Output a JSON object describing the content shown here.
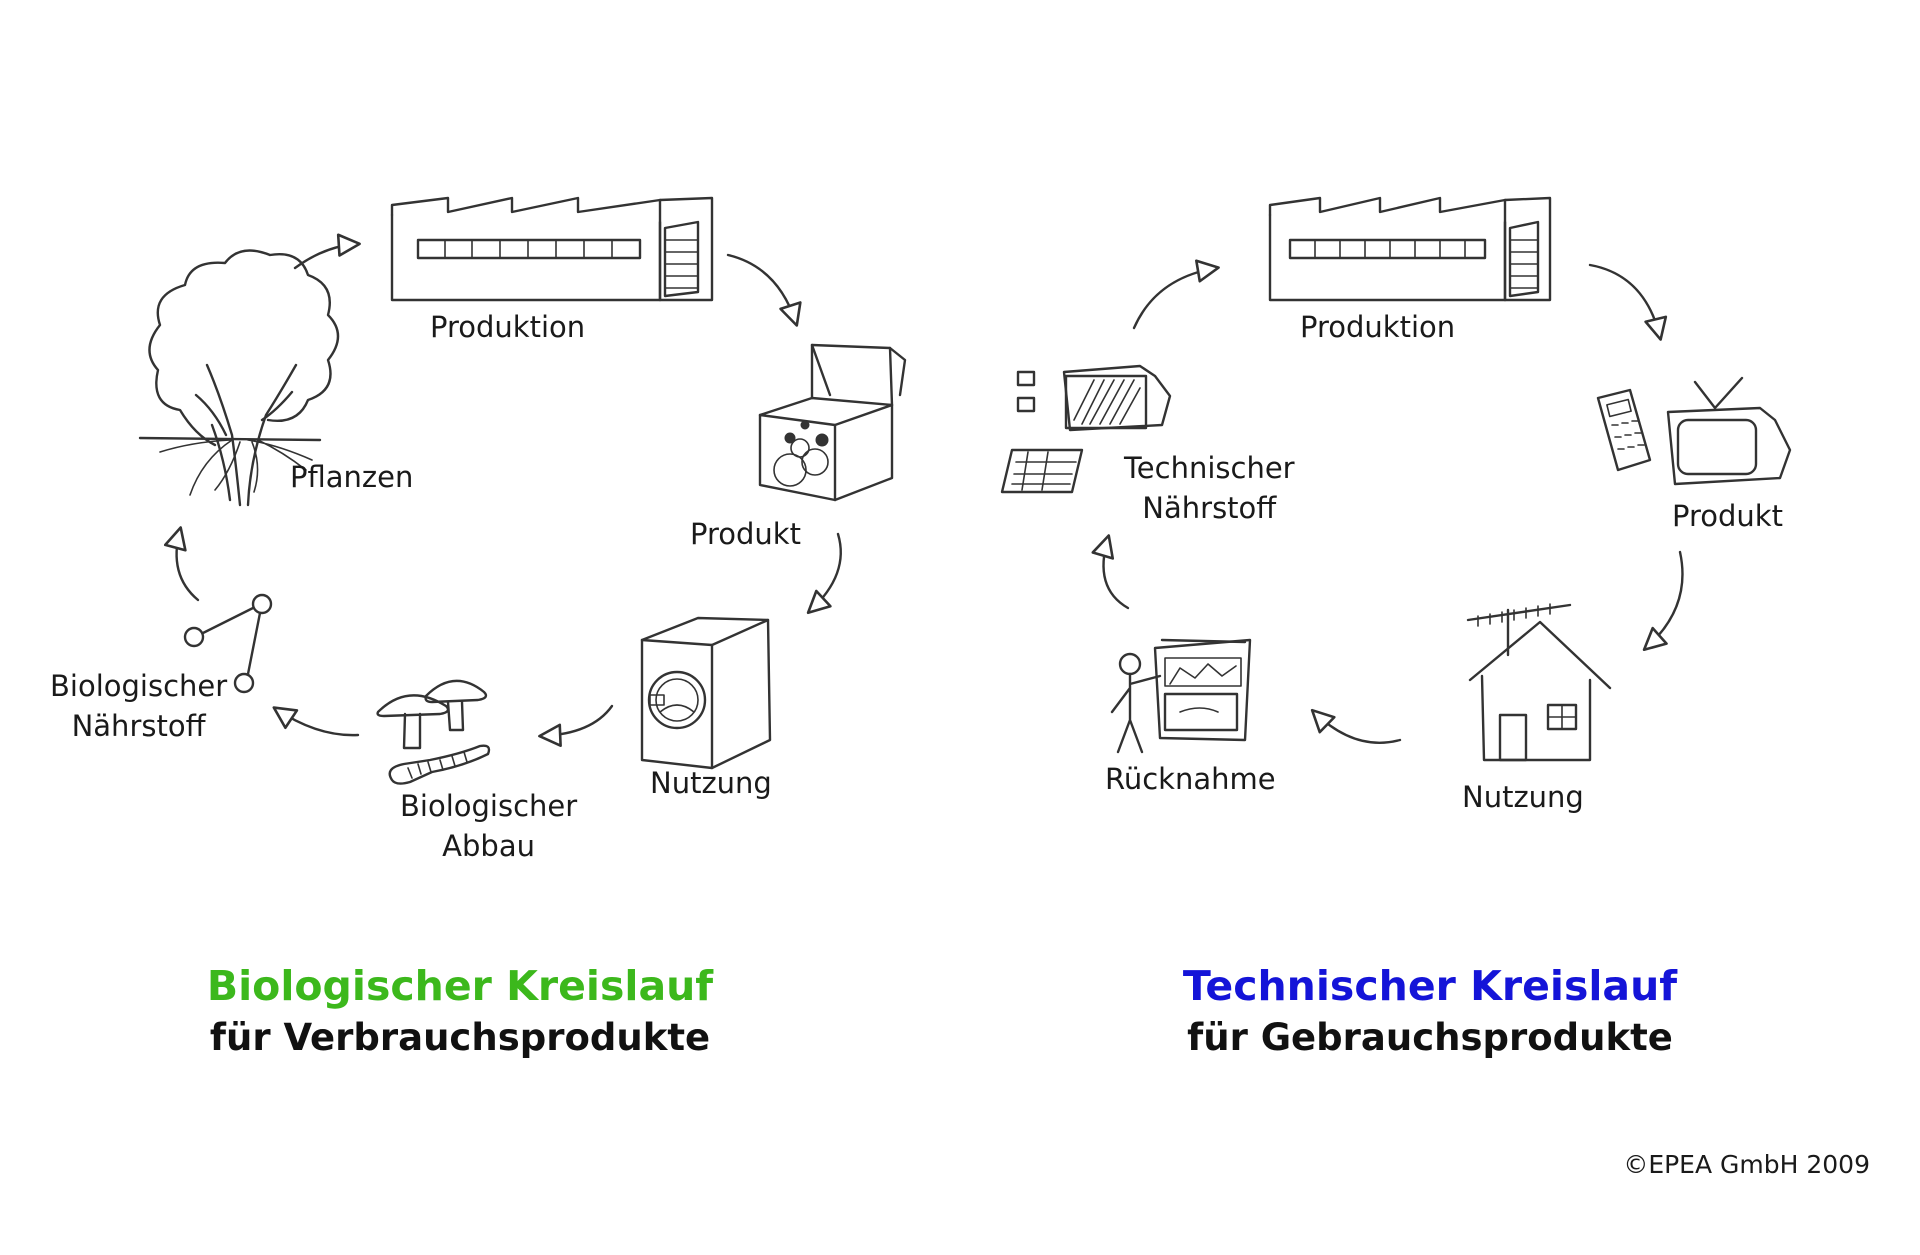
{
  "biological": {
    "title": "Biologischer Kreislauf",
    "subtitle": "für Verbrauchsprodukte",
    "title_color": "#3cb81c",
    "nodes": {
      "produktion": "Produktion",
      "produkt": "Produkt",
      "nutzung": "Nutzung",
      "abbau_line1": "Biologischer",
      "abbau_line2": "Abbau",
      "naehrstoff_line1": "Biologischer",
      "naehrstoff_line2": "Nährstoff",
      "pflanzen": "Pflanzen"
    },
    "icons": [
      "factory-icon",
      "open-box-icon",
      "washing-machine-icon",
      "mushroom-worm-icon",
      "molecule-icon",
      "tree-icon"
    ]
  },
  "technical": {
    "title": "Technischer Kreislauf",
    "subtitle": "für Gebrauchsprodukte",
    "title_color": "#1414d8",
    "nodes": {
      "produktion": "Produktion",
      "produkt": "Produkt",
      "nutzung": "Nutzung",
      "ruecknahme": "Rücknahme",
      "naehrstoff_line1": "Technischer",
      "naehrstoff_line2": "Nährstoff"
    },
    "icons": [
      "factory-icon",
      "tv-phone-icon",
      "house-icon",
      "return-box-icon",
      "components-icon"
    ]
  },
  "copyright": "©EPEA GmbH 2009"
}
